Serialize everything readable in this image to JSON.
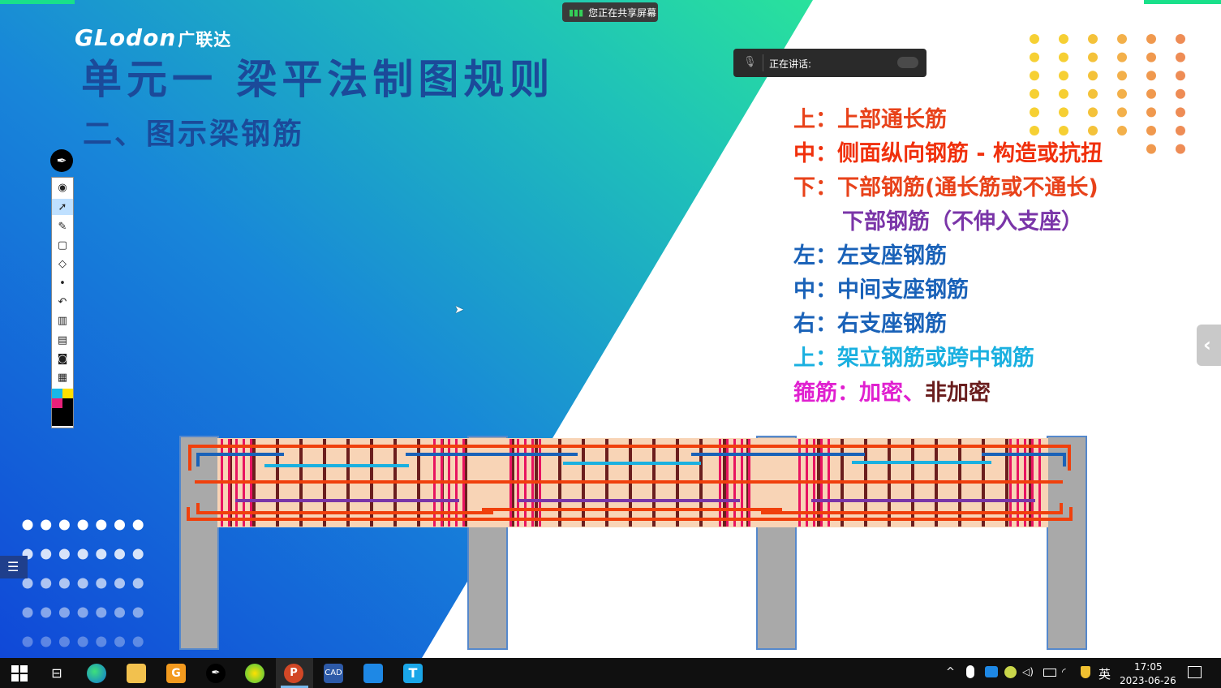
{
  "slide": {
    "logo_text": "GLodon",
    "logo_sub": "广联达",
    "title": "单元一  梁平法制图规则",
    "subtitle": "二、图示梁钢筋",
    "bullets": [
      {
        "key": "upper",
        "text": "上：上部通长筋",
        "color": "#e8421a"
      },
      {
        "key": "middle",
        "text": "中：侧面纵向钢筋 - 构造或抗扭",
        "color": "#f0300c"
      },
      {
        "key": "lower",
        "text": "下：下部钢筋(通长筋或不通长)",
        "color": "#e8421a"
      },
      {
        "key": "lower2",
        "text": "下部钢筋（不伸入支座）",
        "color": "#7a35a8"
      },
      {
        "key": "left",
        "text": "左：左支座钢筋",
        "color": "#1a62b8"
      },
      {
        "key": "center",
        "text": "中：中间支座钢筋",
        "color": "#1a62b8"
      },
      {
        "key": "right",
        "text": "右：右支座钢筋",
        "color": "#1a62b8"
      },
      {
        "key": "upper2",
        "text": "上：架立钢筋或跨中钢筋",
        "color": "#1ab0e0"
      }
    ],
    "stirrup": {
      "label": "箍筋：",
      "dense": "加密、",
      "sparse": "非加密",
      "label_color": "#e020d0",
      "sparse_color": "#6a1e1e"
    }
  },
  "overlay": {
    "share_text": "您正在共享屏幕",
    "speaking_label": "正在讲话:"
  },
  "pen_tools": [
    {
      "name": "pen-mode-icon",
      "glyph": "✒"
    },
    {
      "name": "eye-icon",
      "glyph": "👁"
    },
    {
      "name": "cursor-icon",
      "glyph": "➚"
    },
    {
      "name": "highlighter-icon",
      "glyph": "✎"
    },
    {
      "name": "rectangle-icon",
      "glyph": "▢"
    },
    {
      "name": "eraser-icon",
      "glyph": "⌫"
    },
    {
      "name": "dot-size-icon",
      "glyph": "•"
    },
    {
      "name": "undo-icon",
      "glyph": "↶"
    },
    {
      "name": "trash-icon",
      "glyph": "🗑"
    },
    {
      "name": "whiteboard-icon",
      "glyph": "▤"
    },
    {
      "name": "camera-icon",
      "glyph": "📷"
    },
    {
      "name": "clipboard-icon",
      "glyph": "📋"
    }
  ],
  "palette": [
    "#19b7e8",
    "#ffe000",
    "#e8207a",
    "#000000"
  ],
  "taskbar": {
    "time": "17:05",
    "date": "2023-06-26",
    "ime": "英",
    "apps": [
      "start",
      "task-view",
      "edge",
      "file-explorer",
      "glodon-gqi",
      "pen-tool",
      "qq-browser",
      "powerpoint",
      "cad",
      "feishu",
      "t-app"
    ]
  }
}
